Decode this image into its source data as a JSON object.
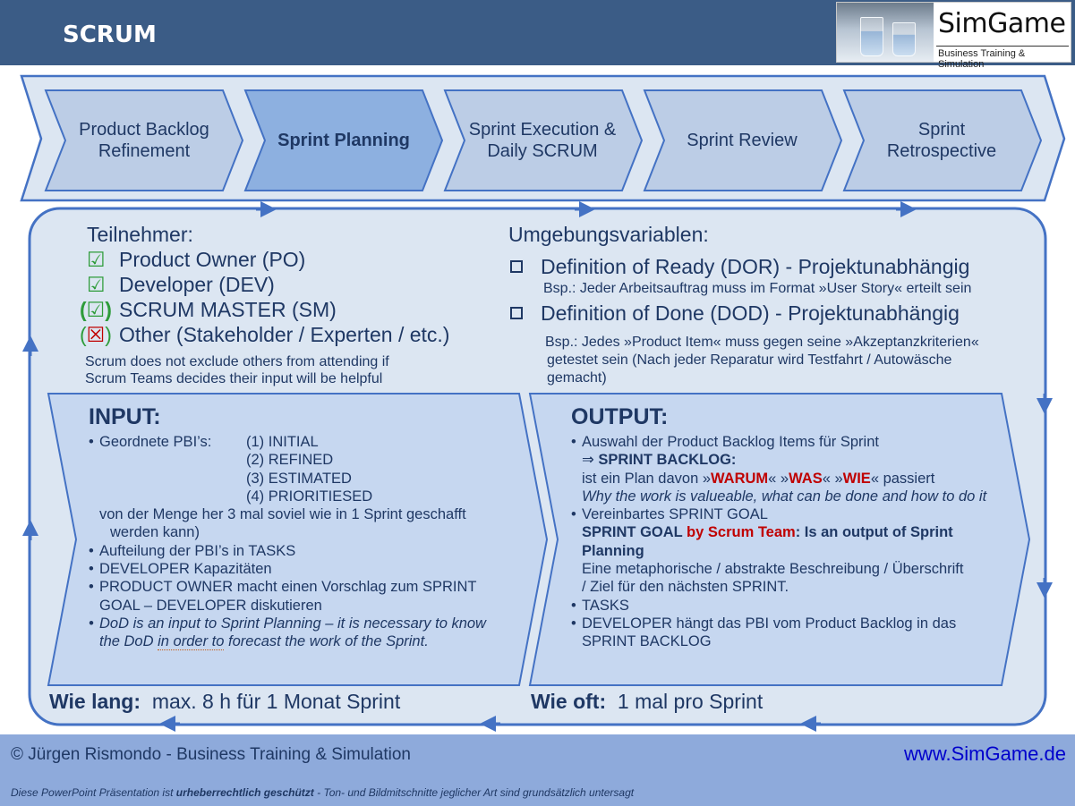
{
  "header": {
    "title": "SCRUM"
  },
  "logo": {
    "name": "SimGame",
    "tagline": "Business Training & Simulation"
  },
  "steps": [
    {
      "label": "Product Backlog Refinement",
      "active": false
    },
    {
      "label": "Sprint Planning",
      "active": true
    },
    {
      "label": "Sprint Execution & Daily SCRUM",
      "active": false
    },
    {
      "label": "Sprint Review",
      "active": false
    },
    {
      "label": "Sprint Retrospective",
      "active": false
    }
  ],
  "participants": {
    "heading": "Teilnehmer:",
    "items": [
      {
        "mark": "☑",
        "label": "Product Owner (PO)"
      },
      {
        "mark": "(☑)",
        "label": "Developer (DEV)"
      },
      {
        "mark": "(☑)",
        "label": "SCRUM MASTER (SM)"
      },
      {
        "mark": "(☒)",
        "label": "Other (Stakeholder / Experten / etc.)"
      }
    ],
    "note_line1": "Scrum does not exclude others from attending if",
    "note_line2": "Scrum Teams decides their input will be helpful"
  },
  "environment": {
    "heading": "Umgebungsvariablen:",
    "dor_title": "Definition of Ready (DOR) - Projektunabhängig",
    "dor_example": "Bsp.: Jeder Arbeitsauftrag muss im Format »User Story« erteilt sein",
    "dod_title": "Definition of Done (DOD) - Projektunabhängig",
    "dod_example_line1": "Bsp.: Jedes »Product Item« muss gegen seine »Akzeptanzkriterien«",
    "dod_example_line2": "getestet sein (Nach jeder Reparatur wird Testfahrt / Autowäsche",
    "dod_example_line3": "gemacht)"
  },
  "input": {
    "title": "INPUT:",
    "pbi_label": "Geordnete PBI’s:",
    "pbi_states": [
      "(1) INITIAL",
      "(2) REFINED",
      "(3) ESTIMATED",
      "(4) PRIORITIESED"
    ],
    "amount_line1": "von der Menge her 3 mal soviel wie in 1 Sprint geschafft",
    "amount_line2": "werden kann)",
    "item_tasks": "Aufteilung der PBI’s in TASKS",
    "item_capacity": "DEVELOPER Kapazitäten",
    "item_po_line1": "PRODUCT OWNER macht einen Vorschlag zum SPRINT",
    "item_po_line2": "GOAL – DEVELOPER diskutieren",
    "dod_a": "DoD is an input to Sprint Planning – it is necessary to know",
    "dod_b": "the DoD ",
    "dod_c": "in order to",
    "dod_d": " forecast the work of the Sprint."
  },
  "output": {
    "title": "OUTPUT:",
    "selection": "Auswahl der Product Backlog Items für Sprint",
    "arrow": "⇒",
    "sprint_backlog": "SPRINT BACKLOG:",
    "plan_prefix": "ist ein Plan davon »",
    "why": "WARUM",
    "sep1": "« »",
    "what": "WAS",
    "sep2": "« »",
    "how": "WIE",
    "plan_suffix": "« passiert",
    "plan_en": "Why the work is valueable, what can be done and how to do it",
    "goal_item": "Vereinbartes SPRINT GOAL",
    "goal_a": "SPRINT GOAL ",
    "goal_b": "by Scrum Team",
    "goal_c": ": Is an output of Sprint",
    "goal_d": "Planning",
    "goal_desc_line1": "Eine metaphorische / abstrakte Beschreibung / Überschrift",
    "goal_desc_line2": "/ Ziel für den nächsten SPRINT.",
    "tasks": "TASKS",
    "dev_line1": "DEVELOPER hängt das PBI vom Product Backlog in das",
    "dev_line2": "SPRINT BACKLOG"
  },
  "duration": {
    "label": "Wie lang:",
    "value": "max. 8 h für 1 Monat Sprint"
  },
  "frequency": {
    "label": "Wie oft:",
    "value": "1 mal pro Sprint"
  },
  "footer": {
    "copyright": "© Jürgen Rismondo - Business Training & Simulation",
    "website": "www.SimGame.de",
    "disclaimer_a": "Diese PowerPoint Präsentation ist ",
    "disclaimer_b": "urheberrechtlich geschützt",
    "disclaimer_c": " - Ton- und Bildmitschnitte jeglicher Art sind grundsätzlich untersagt"
  },
  "colors": {
    "header": "#3b5c86",
    "step_fill": "#bccde6",
    "step_active_fill": "#8db0e0",
    "panel_fill": "#dce6f2",
    "inner_fill": "#c6d7f0",
    "border": "#4472c4",
    "footer": "#8eaadb",
    "accent_red": "#c00000",
    "check_green": "#2e9c3a"
  }
}
